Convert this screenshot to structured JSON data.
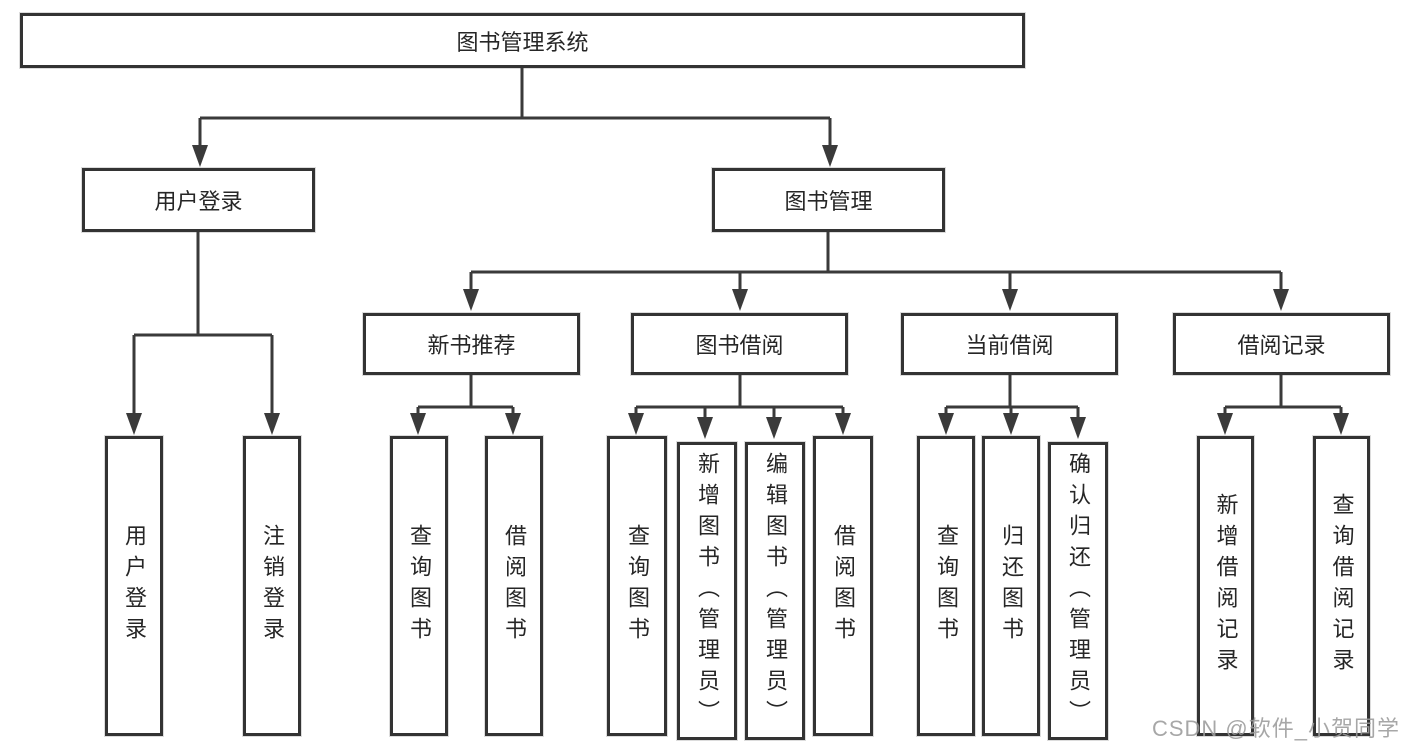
{
  "nodes": {
    "root": "图书管理系统",
    "branches": [
      {
        "label": "用户登录",
        "children": [
          "用户登录",
          "注销登录"
        ]
      },
      {
        "label": "图书管理"
      }
    ],
    "groups": [
      {
        "label": "新书推荐",
        "children": [
          "查询图书",
          "借阅图书"
        ]
      },
      {
        "label": "图书借阅",
        "children": [
          "查询图书",
          "新增图书（管理员）",
          "编辑图书（管理员）",
          "借阅图书"
        ]
      },
      {
        "label": "当前借阅",
        "children": [
          "查询图书",
          "归还图书",
          "确认归还（管理员）"
        ]
      },
      {
        "label": "借阅记录",
        "children": [
          "新增借阅记录",
          "查询借阅记录"
        ]
      }
    ]
  },
  "watermark": "CSDN @软件_小贺同学",
  "colors": {
    "line": "#3a3a3a",
    "box_border": "#333333",
    "text": "#262626",
    "watermark": "#9b9b9b",
    "background": "#ffffff"
  }
}
